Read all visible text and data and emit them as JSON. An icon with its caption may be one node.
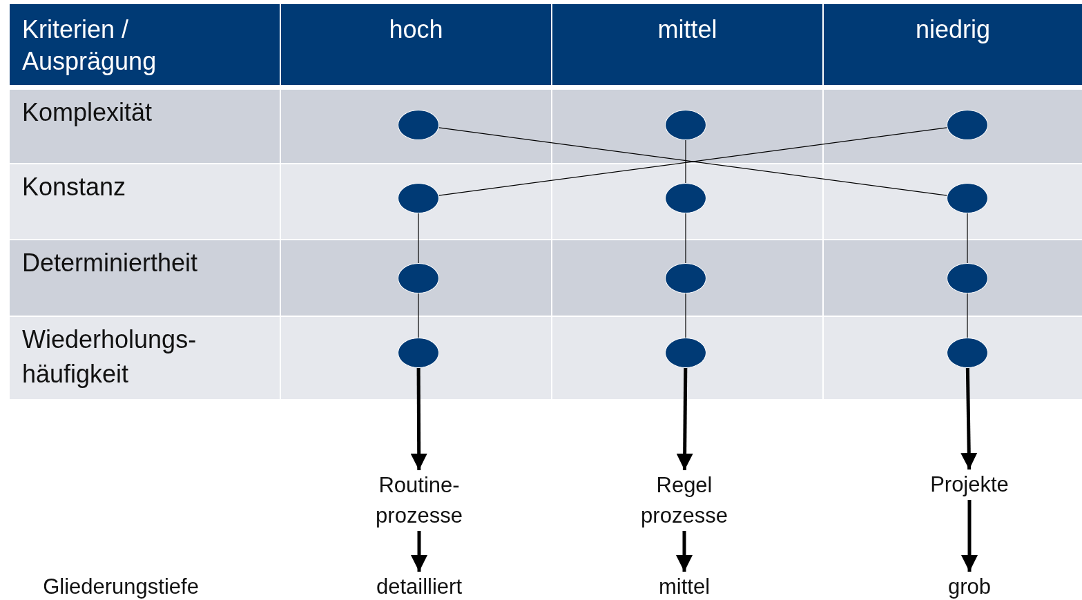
{
  "diagram": {
    "nodes": [
      {
        "text": [],
        "shape": "circle"
      },
      {
        "text": [],
        "shape": "circle"
      },
      {
        "text": [],
        "shape": "circle"
      },
      {
        "text": [],
        "shape": "circle"
      },
      {
        "text": [],
        "shape": "circle"
      },
      {
        "text": [],
        "shape": "circle"
      },
      {
        "text": [],
        "shape": "circle"
      },
      {
        "text": [],
        "shape": "circle"
      },
      {
        "text": [],
        "shape": "circle"
      },
      {
        "text": [],
        "shape": "circle"
      },
      {
        "text": [],
        "shape": "circle"
      },
      {
        "text": [],
        "shape": "circle"
      },
      {
        "text": [
          "Routine- prozesse"
        ]
      },
      {
        "text": [
          "Regel prozesse"
        ]
      },
      {
        "text": [
          "Projekte"
        ]
      },
      {
        "text": [
          "detailliert"
        ]
      },
      {
        "text": [
          "mittel"
        ]
      },
      {
        "text": [
          "grob"
        ]
      }
    ],
    "edges": [
      {
        "from": 0,
        "to": 5,
        "arrow": "none"
      },
      {
        "from": 2,
        "to": 3,
        "arrow": "none"
      },
      {
        "from": 1,
        "to": 4,
        "arrow": "none"
      },
      {
        "from": 3,
        "to": 6,
        "arrow": "none"
      },
      {
        "from": 6,
        "to": 9,
        "arrow": "none"
      },
      {
        "from": 4,
        "to": 7,
        "arrow": "none"
      },
      {
        "from": 7,
        "to": 10,
        "arrow": "none"
      },
      {
        "from": 5,
        "to": 8,
        "arrow": "none"
      },
      {
        "from": 8,
        "to": 11,
        "arrow": "none"
      },
      {
        "from": 9,
        "to": 12,
        "arrow": "to",
        "style": "thick"
      },
      {
        "from": 10,
        "to": 13,
        "arrow": "to",
        "style": "thick"
      },
      {
        "from": 11,
        "to": 14,
        "arrow": "to",
        "style": "thick"
      },
      {
        "from": 12,
        "to": 15,
        "arrow": "to",
        "style": "thick"
      },
      {
        "from": 13,
        "to": 16,
        "arrow": "to",
        "style": "thick"
      },
      {
        "from": 14,
        "to": 17,
        "arrow": "to",
        "style": "thick"
      }
    ],
    "labels": [
      "Kriterien / Ausprägung",
      "hoch",
      "mittel",
      "niedrig",
      "Komplexität",
      "Konstanz",
      "Determiniertheit",
      "Wiederholungs- häufigkeit",
      "Gliederungstiefe"
    ]
  }
}
